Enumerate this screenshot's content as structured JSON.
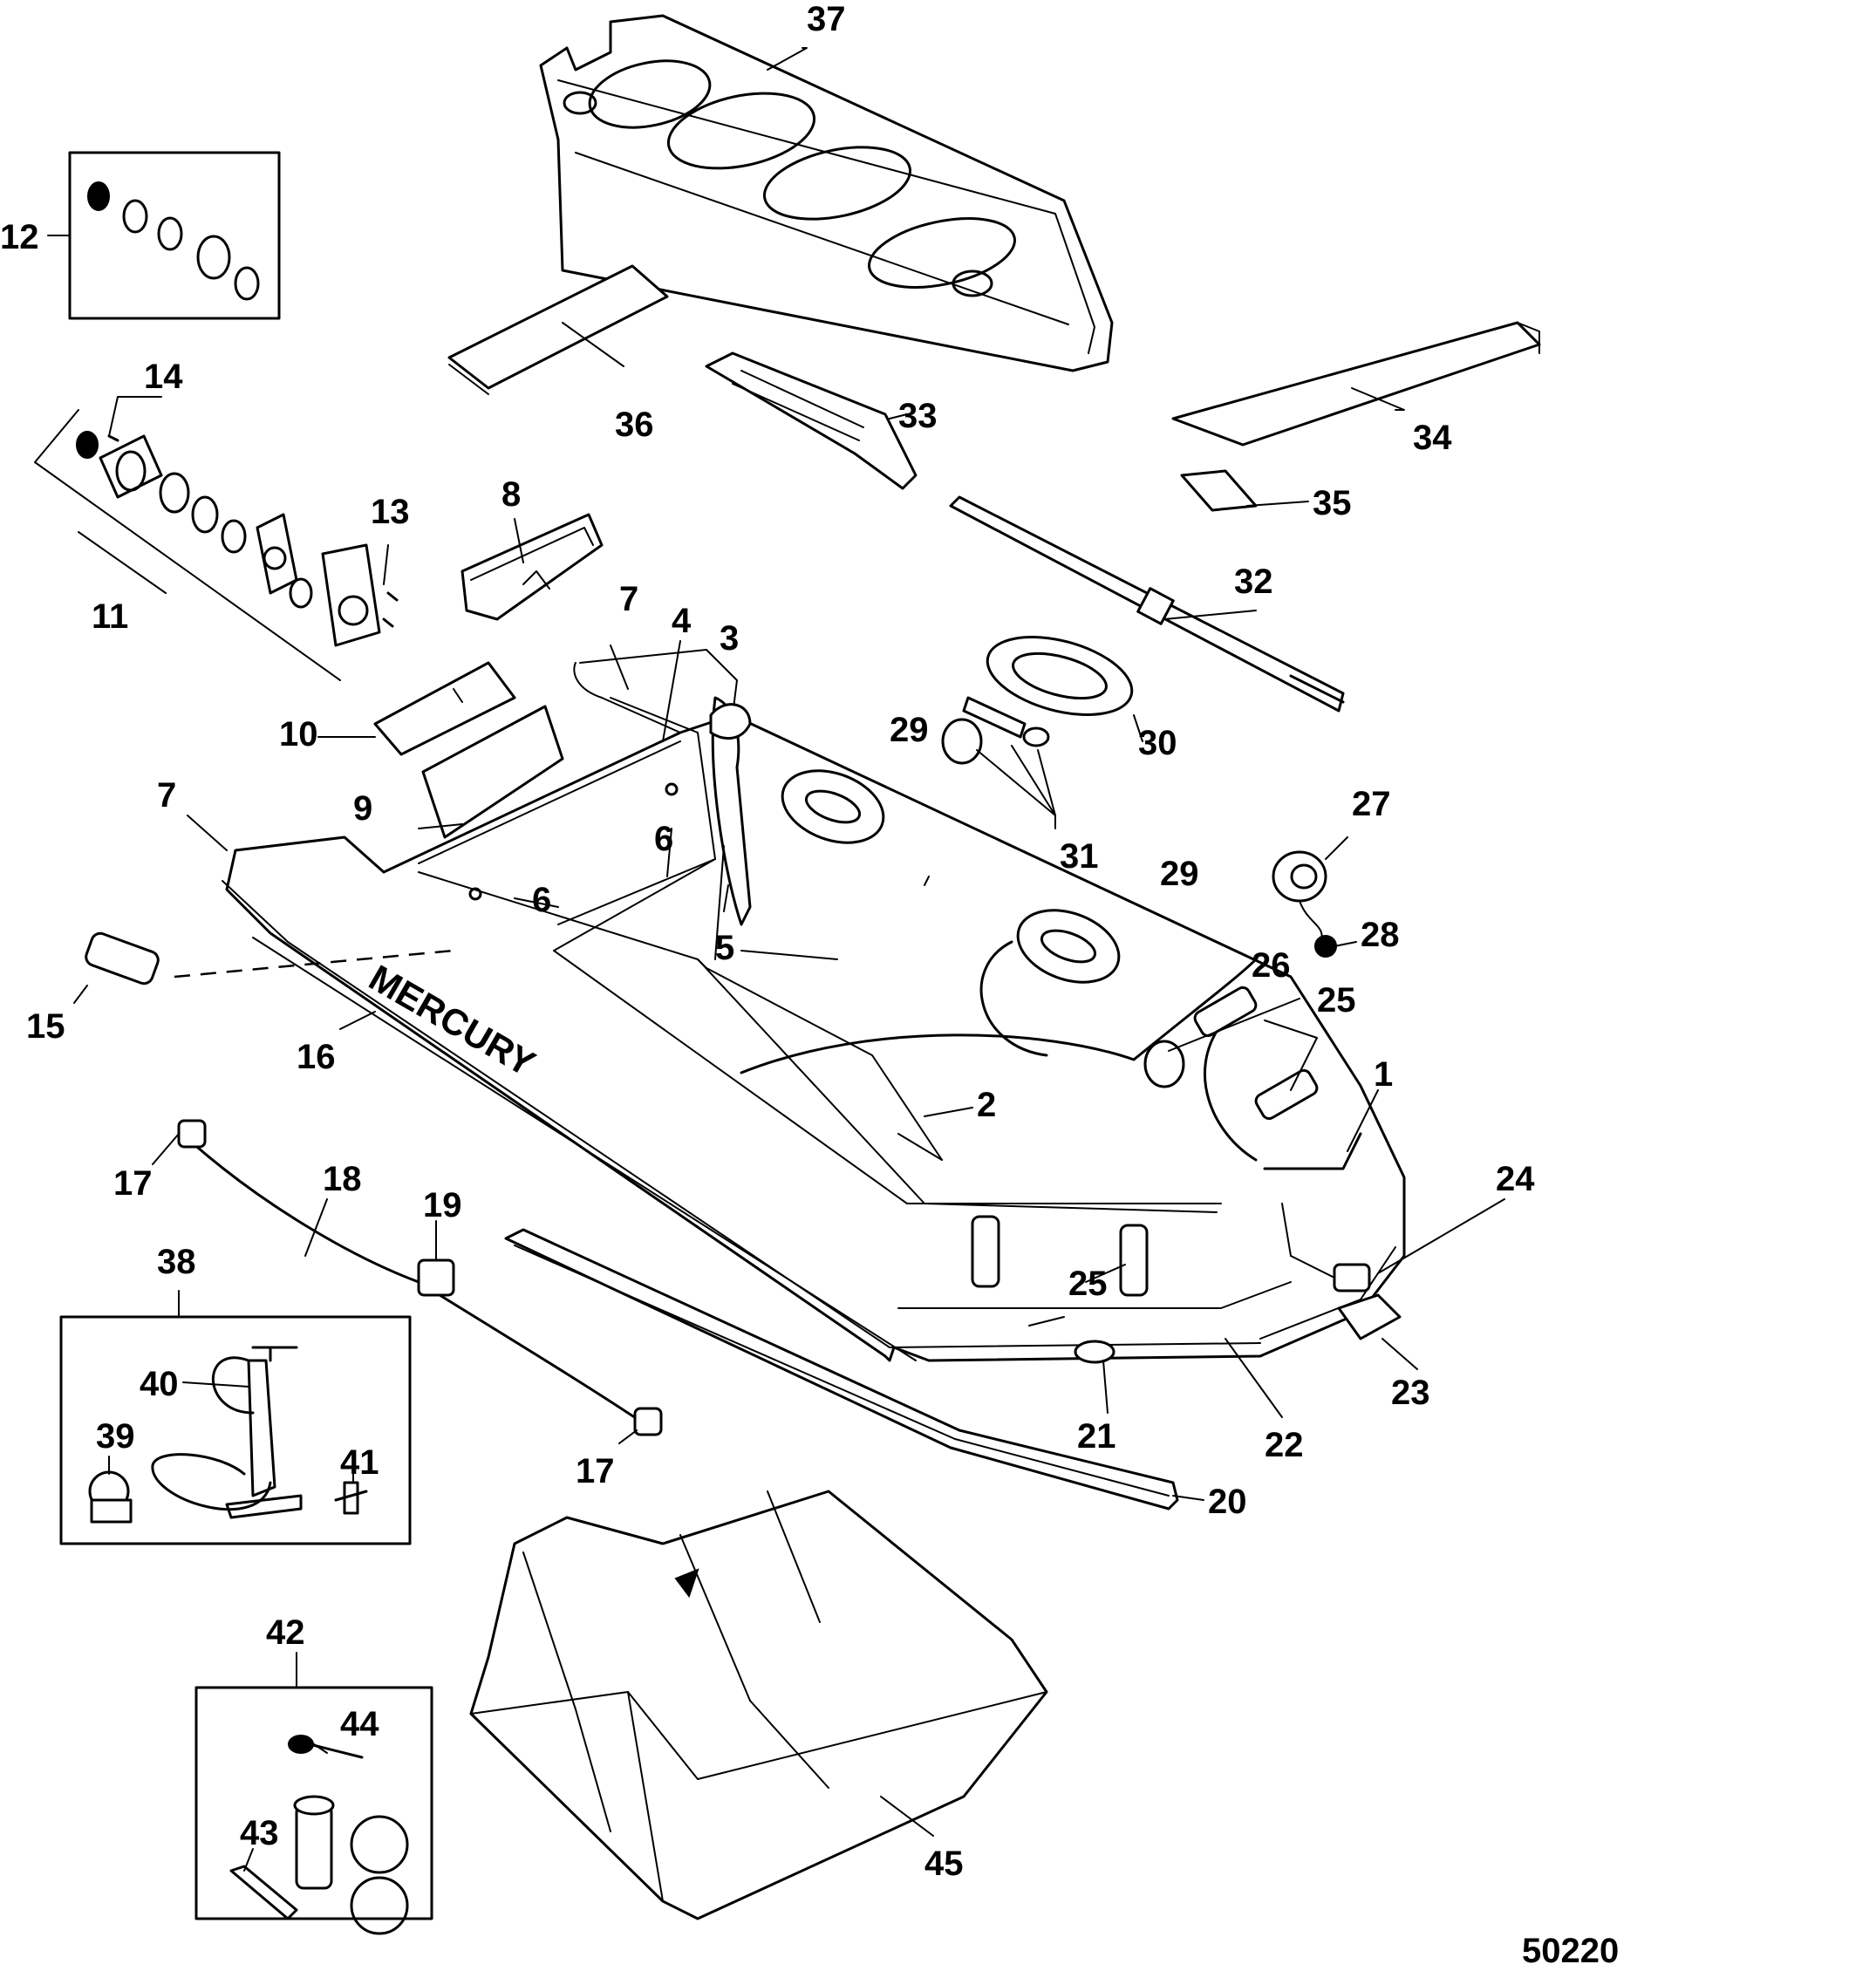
{
  "callouts": {
    "c1": "1",
    "c2": "2",
    "c3": "3",
    "c4": "4",
    "c5": "5",
    "c6a": "6",
    "c6b": "6",
    "c7a": "7",
    "c7b": "7",
    "c8": "8",
    "c9": "9",
    "c10": "10",
    "c11": "11",
    "c12": "12",
    "c13": "13",
    "c14": "14",
    "c15": "15",
    "c16": "16",
    "c17a": "17",
    "c17b": "17",
    "c18": "18",
    "c19": "19",
    "c20": "20",
    "c21": "21",
    "c22": "22",
    "c23": "23",
    "c24": "24",
    "c25a": "25",
    "c25b": "25",
    "c26": "26",
    "c27": "27",
    "c28": "28",
    "c29a": "29",
    "c29b": "29",
    "c30": "30",
    "c31": "31",
    "c32": "32",
    "c33": "33",
    "c34": "34",
    "c35": "35",
    "c36": "36",
    "c37": "37",
    "c38": "38",
    "c39": "39",
    "c40": "40",
    "c41": "41",
    "c42": "42",
    "c43": "43",
    "c44": "44",
    "c45": "45"
  },
  "hull_text": "MERCURY",
  "figure_number": "50220"
}
